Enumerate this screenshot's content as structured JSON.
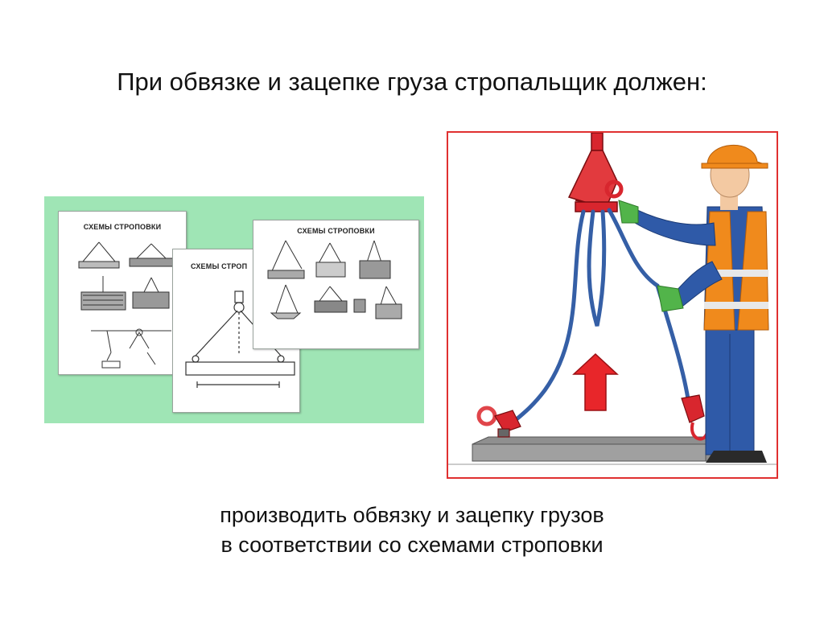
{
  "slide": {
    "title": "При обвязке и зацепке груза стропальщик должен:",
    "caption_line1": "производить обвязку и зацепку грузов",
    "caption_line2": "в соответствии со схемами строповки"
  },
  "schemes": {
    "sheet1_title": "СХЕМЫ СТРОПОВКИ",
    "sheet2_title": "СХЕМЫ СТРОП",
    "sheet3_title": "СХЕМЫ СТРОПОВКИ",
    "panel_color": "#9fe5b5"
  },
  "illustration": {
    "frame_color": "#e03030",
    "arrow_color": "#e8262a",
    "icons": [
      "crane-hook-icon",
      "up-arrow-icon",
      "worker-icon",
      "sling-icon",
      "concrete-slab-icon"
    ]
  }
}
